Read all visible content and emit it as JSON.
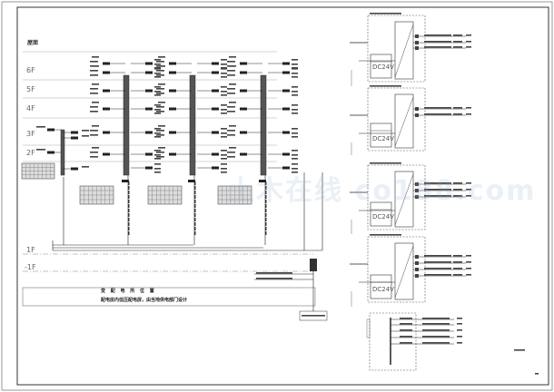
{
  "floors": [
    {
      "label": "屋面"
    },
    {
      "label": "6F"
    },
    {
      "label": "5F"
    },
    {
      "label": "4F"
    },
    {
      "label": "3F"
    },
    {
      "label": "2F"
    },
    {
      "label": "1F"
    },
    {
      "label": "-1F"
    }
  ],
  "substation": {
    "title": "变 配 电 所 位 置",
    "note": "配电房内低压配电屏，由当地供电部门设计"
  },
  "panels": [
    {
      "supply": "DC24V"
    },
    {
      "supply": "DC24V"
    },
    {
      "supply": "DC24V"
    },
    {
      "supply": "DC24V"
    }
  ],
  "watermark": "土木在线 co188.com",
  "colors": {
    "line": "#222222",
    "riser": "#555555",
    "frame": "#333333",
    "text": "#666666"
  }
}
